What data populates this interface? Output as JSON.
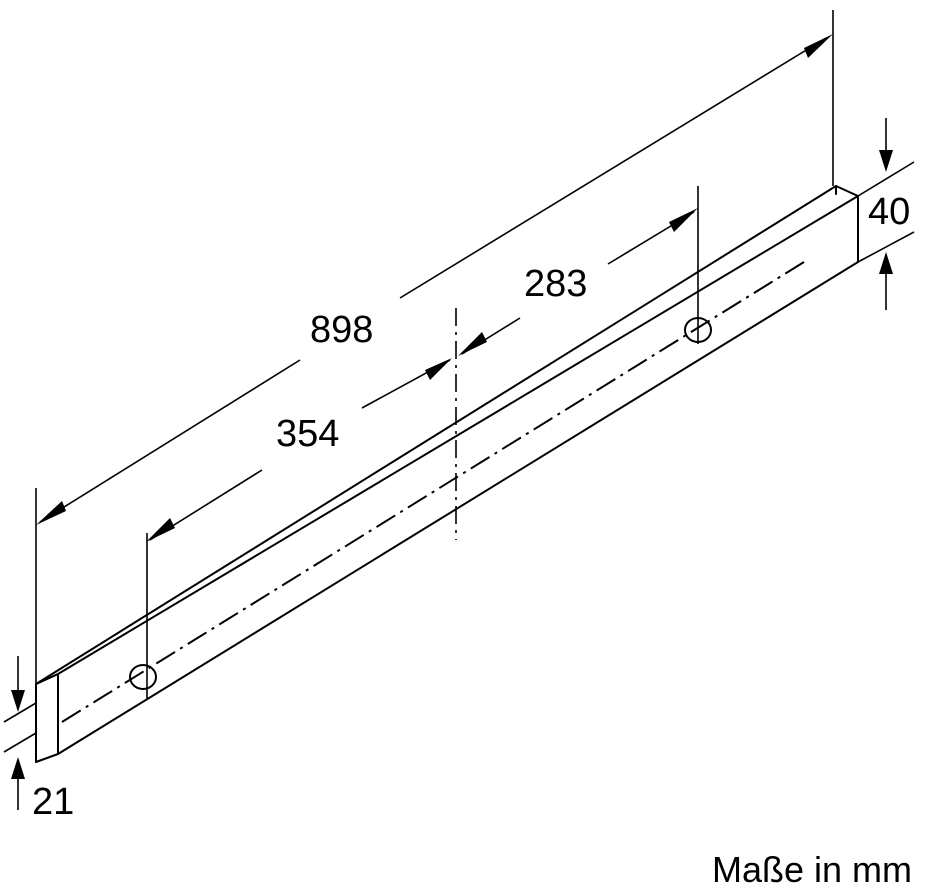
{
  "drawing": {
    "dimensions": {
      "total_length": "898",
      "left_offset": "354",
      "right_offset": "283",
      "height": "40",
      "depth": "21"
    },
    "units_note": "Maße in mm"
  }
}
